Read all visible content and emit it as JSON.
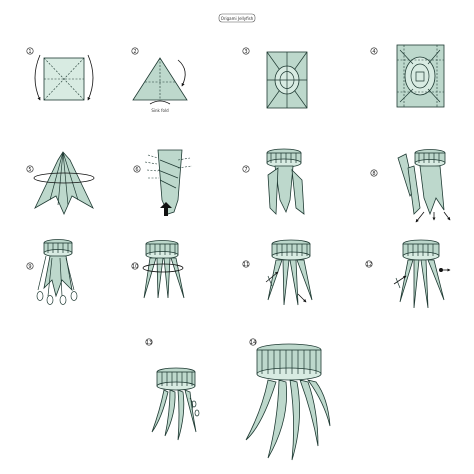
{
  "header": {
    "label": "Origami Jellyfish"
  },
  "steps": [
    {
      "n": "1",
      "icon": "square-fold-icon"
    },
    {
      "n": "2",
      "icon": "triangle-fold-icon",
      "caption": "Sink fold"
    },
    {
      "n": "3",
      "icon": "crease-pattern-icon"
    },
    {
      "n": "4",
      "icon": "crease-pattern-dense-icon"
    },
    {
      "n": "5",
      "icon": "cone-fold-icon"
    },
    {
      "n": "6",
      "icon": "twist-fold-icon"
    },
    {
      "n": "7",
      "icon": "cap-fold-icon"
    },
    {
      "n": "8",
      "icon": "split-legs-icon"
    },
    {
      "n": "9",
      "icon": "legs-curl-icon"
    },
    {
      "n": "10",
      "icon": "legs-spread-icon"
    },
    {
      "n": "11",
      "icon": "legs-thin-icon"
    },
    {
      "n": "12",
      "icon": "legs-thin-icon"
    },
    {
      "n": "13",
      "icon": "jellyfish-small-icon"
    },
    {
      "n": "14",
      "icon": "jellyfish-final-icon"
    }
  ]
}
